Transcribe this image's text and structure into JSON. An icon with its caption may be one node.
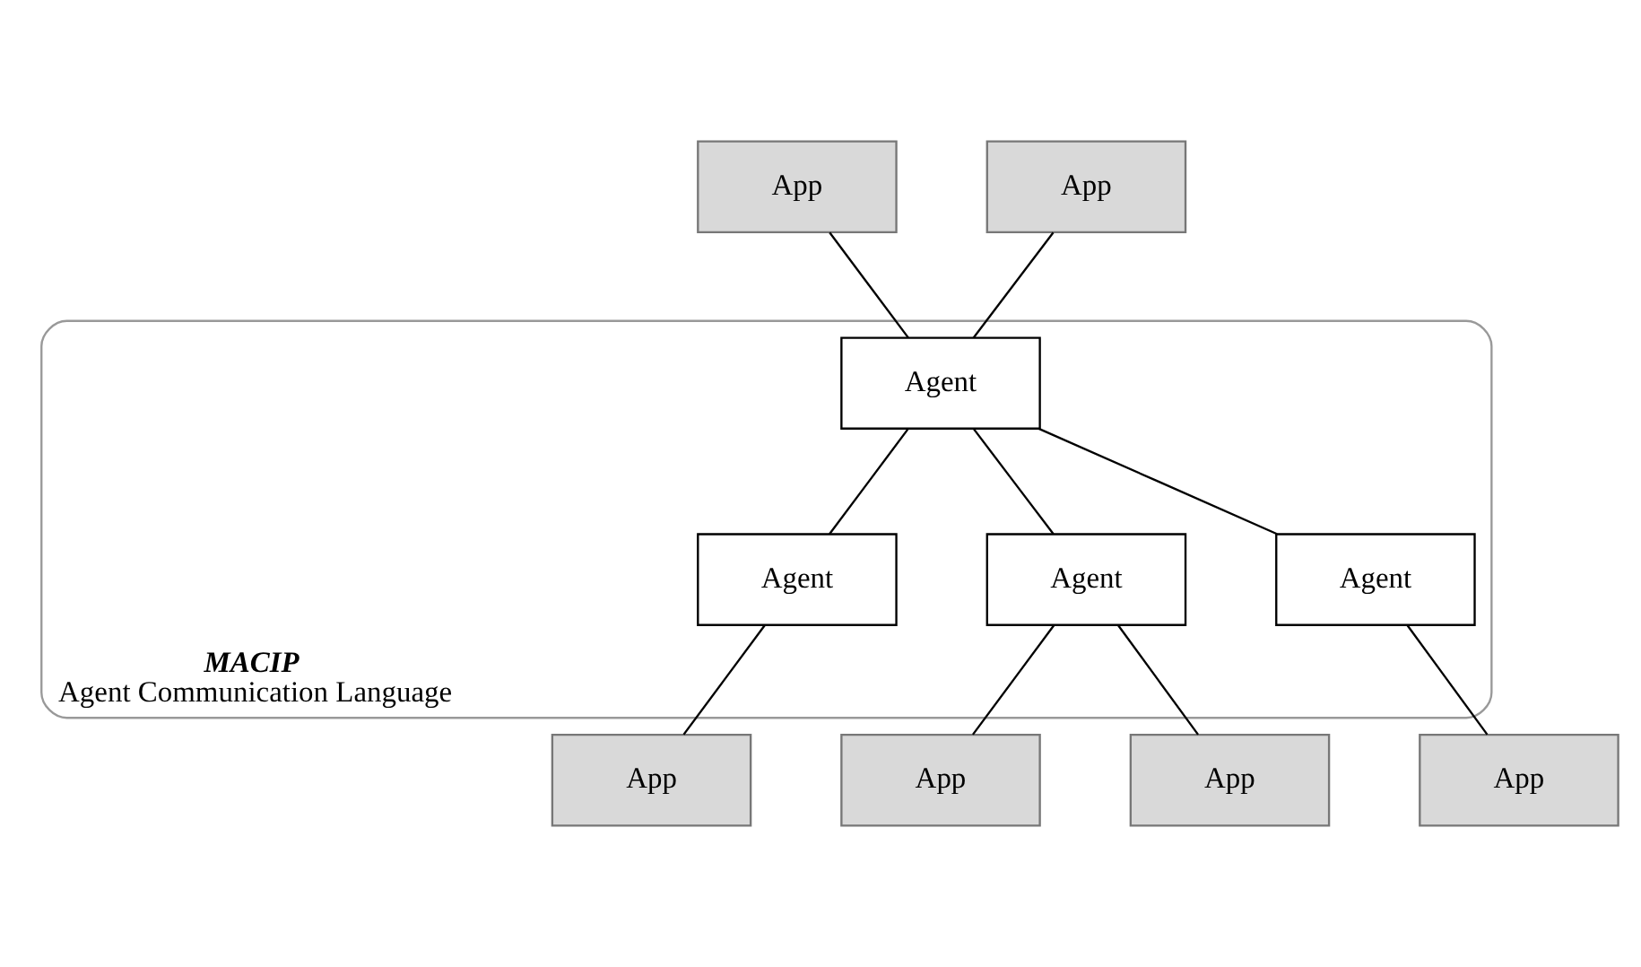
{
  "diagram": {
    "nodes": [
      {
        "text": [
          "MACIP",
          "Agent Communication Language"
        ]
      },
      {
        "text": [
          "App"
        ]
      },
      {
        "text": [
          "App"
        ]
      },
      {
        "text": [
          "Agent"
        ],
        "in": 0
      },
      {
        "text": [
          "Agent"
        ],
        "in": 0
      },
      {
        "text": [
          "Agent"
        ],
        "in": 0
      },
      {
        "text": [
          "Agent"
        ],
        "in": 0
      },
      {
        "text": [
          "App"
        ]
      },
      {
        "text": [
          "App"
        ]
      },
      {
        "text": [
          "App"
        ]
      },
      {
        "text": [
          "App"
        ]
      }
    ],
    "edges": [
      {
        "from": 1,
        "to": 3,
        "arrow": "none"
      },
      {
        "from": 2,
        "to": 3,
        "arrow": "none"
      },
      {
        "from": 3,
        "to": 4,
        "arrow": "none"
      },
      {
        "from": 3,
        "to": 5,
        "arrow": "none"
      },
      {
        "from": 3,
        "to": 6,
        "arrow": "none"
      },
      {
        "from": 4,
        "to": 7,
        "arrow": "none"
      },
      {
        "from": 5,
        "to": 8,
        "arrow": "none"
      },
      {
        "from": 5,
        "to": 9,
        "arrow": "none"
      },
      {
        "from": 6,
        "to": 10,
        "arrow": "none"
      }
    ]
  }
}
